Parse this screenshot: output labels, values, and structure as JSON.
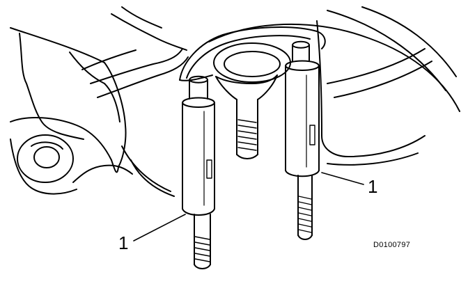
{
  "figure": {
    "callouts": [
      {
        "number": "1",
        "target": "guide-pin-left"
      },
      {
        "number": "1",
        "target": "guide-pin-right"
      }
    ],
    "document_id": "D0100797"
  }
}
